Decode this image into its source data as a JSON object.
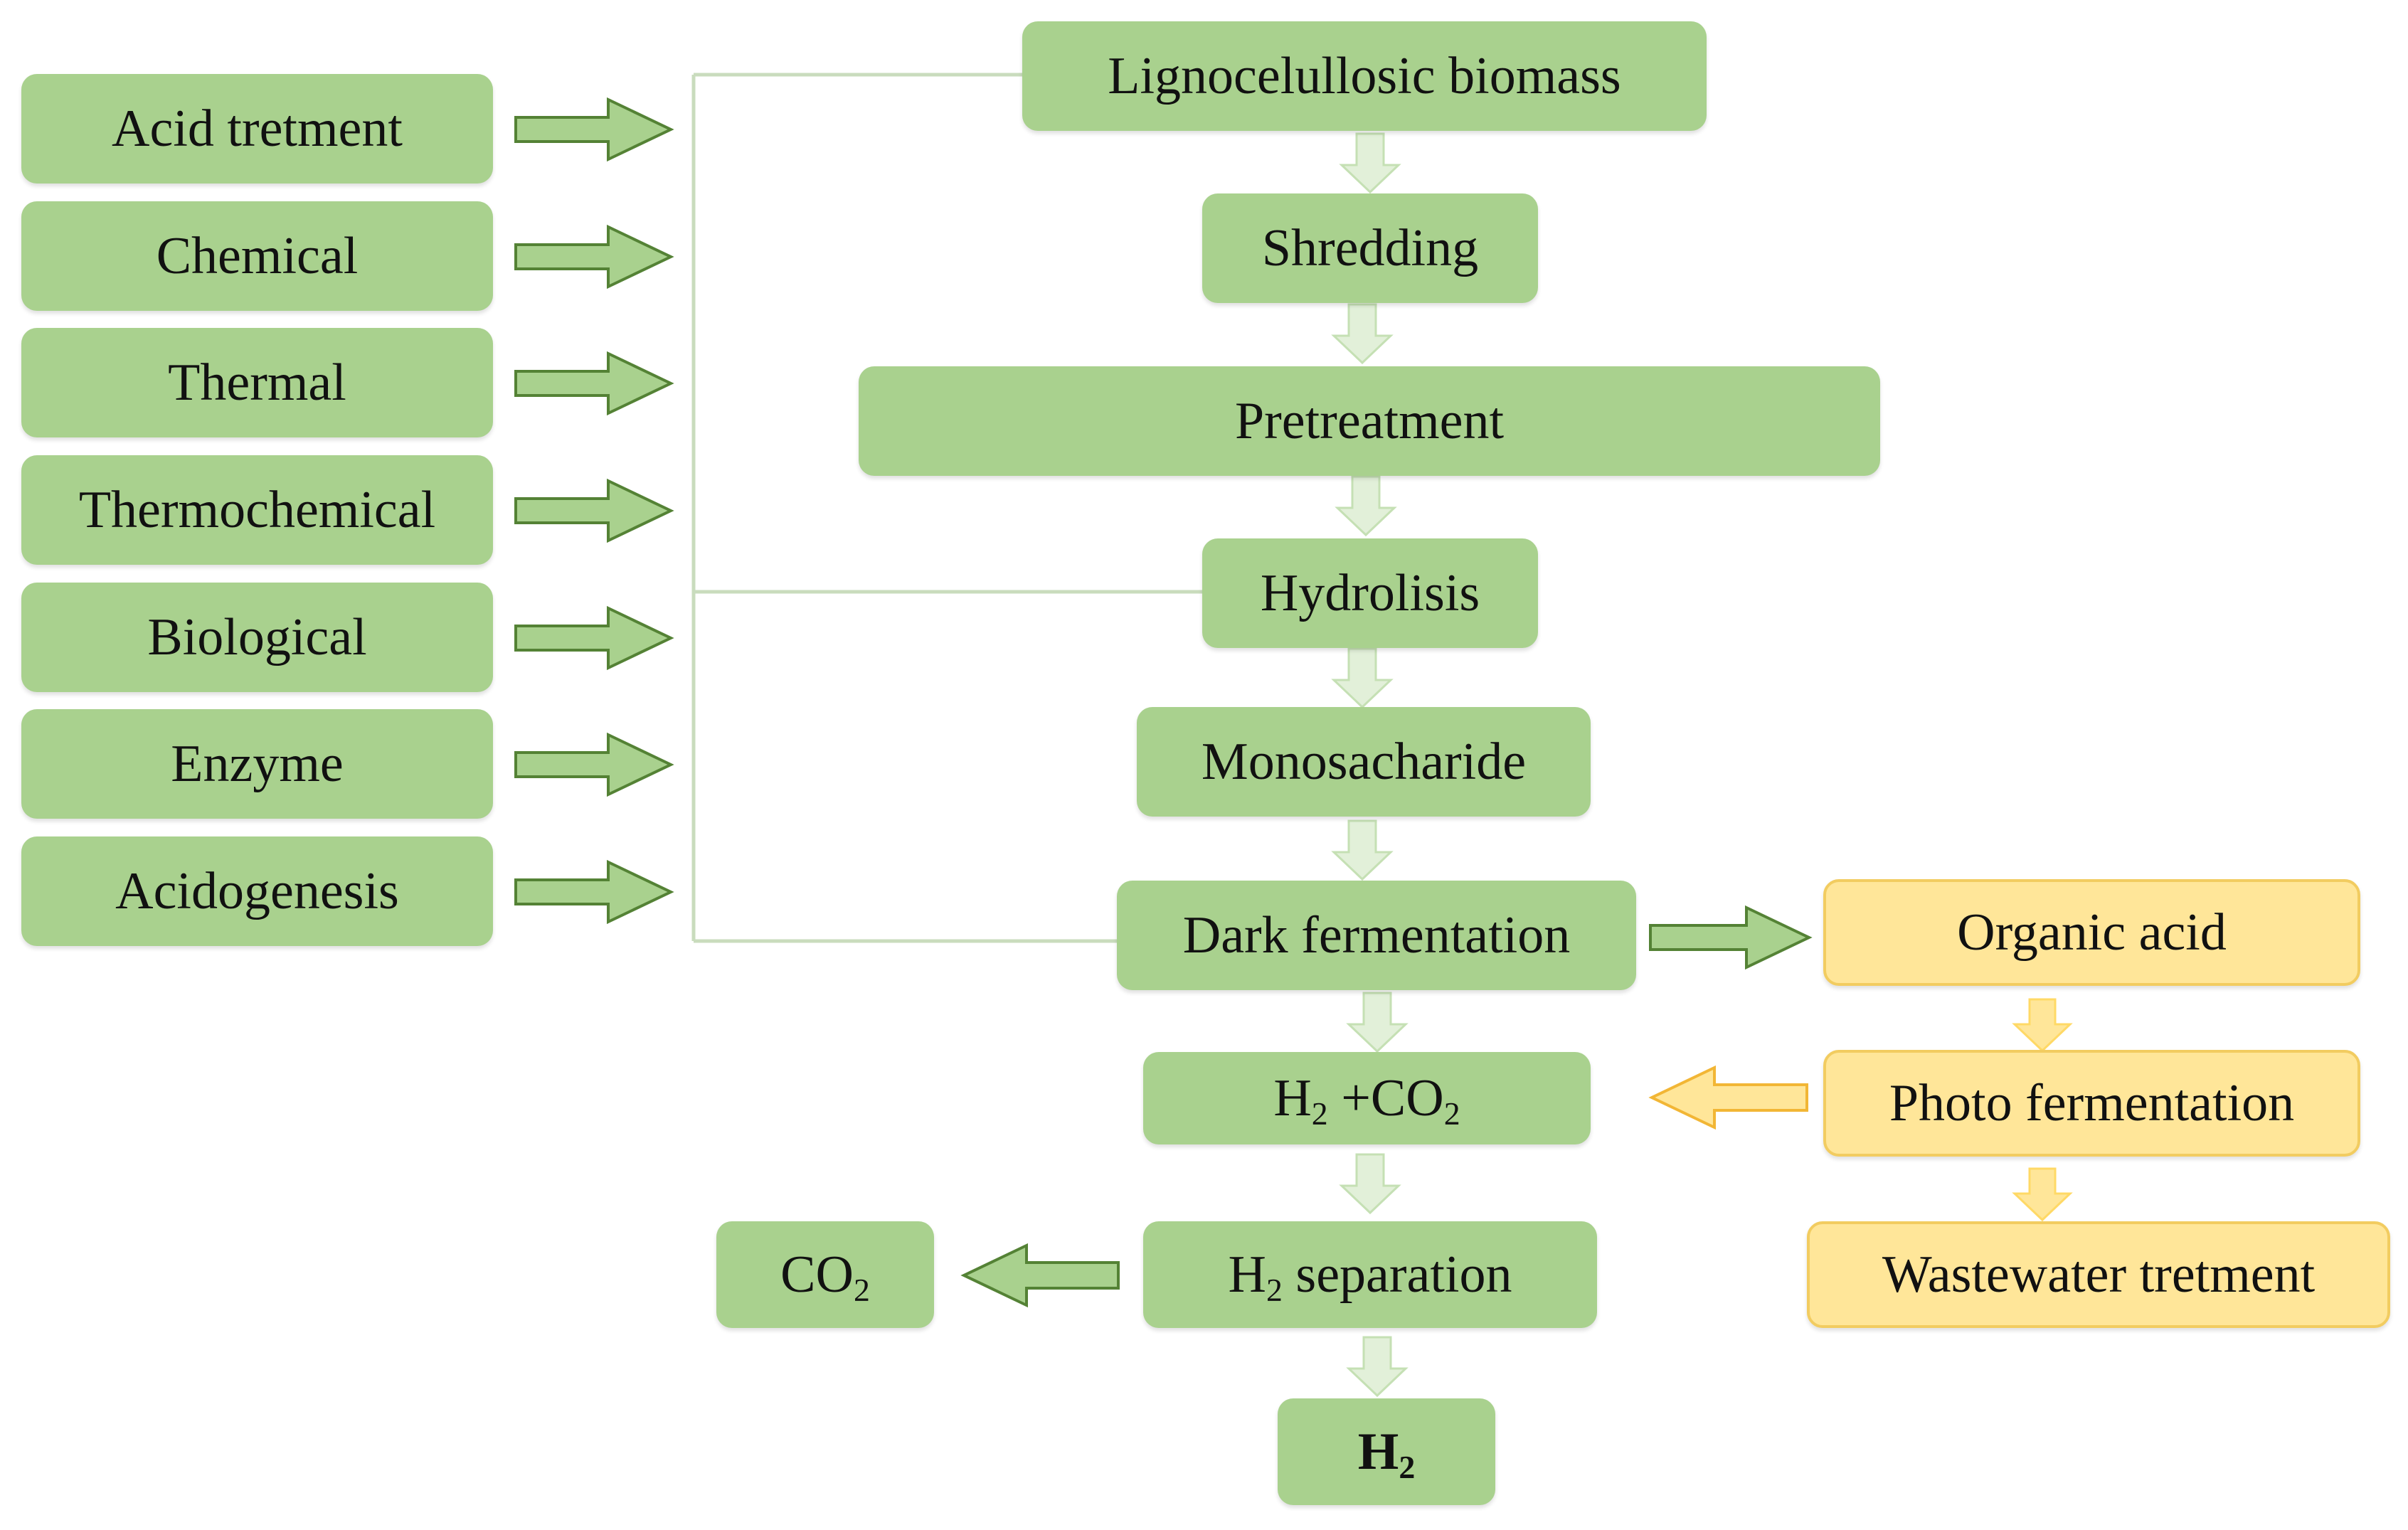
{
  "colors": {
    "green_box": "#a9d18e",
    "yellow_box": "#ffe699",
    "green_arrow_fill": "#a9d18e",
    "green_arrow_stroke": "#548235",
    "light_arrow_fill": "#e2f0d9",
    "light_arrow_stroke": "#c5e0b4",
    "yellow_arrow_fill": "#ffe699",
    "yellow_arrow_stroke": "#ffd966",
    "connector_line": "#c9dcbd"
  },
  "methods": {
    "acid": "Acid tretment",
    "chemical": "Chemical",
    "thermal": "Thermal",
    "thermochemical": "Thermochemical",
    "biological": "Biological",
    "enzyme": "Enzyme",
    "acidogenesis": "Acidogenesis"
  },
  "process": {
    "biomass": "Lignocelullosic biomass",
    "shredding": "Shredding",
    "pretreatment": "Pretreatment",
    "hydrolysis": "Hydrolisis",
    "monosaccharide": "Monosacharide",
    "dark_fermentation": "Dark fermentation",
    "h2co2": {
      "h": "H",
      "sub1": "2",
      "mid": " +CO",
      "sub2": "2"
    },
    "separation": {
      "h": "H",
      "sub": "2",
      "rest": " separation"
    },
    "h2": {
      "h": "H",
      "sub": "2"
    },
    "co2": {
      "co": "CO",
      "sub": "2"
    }
  },
  "side": {
    "organic_acid": "Organic acid",
    "photo_fermentation": "Photo fermentation",
    "wastewater": "Wastewater tretment"
  }
}
